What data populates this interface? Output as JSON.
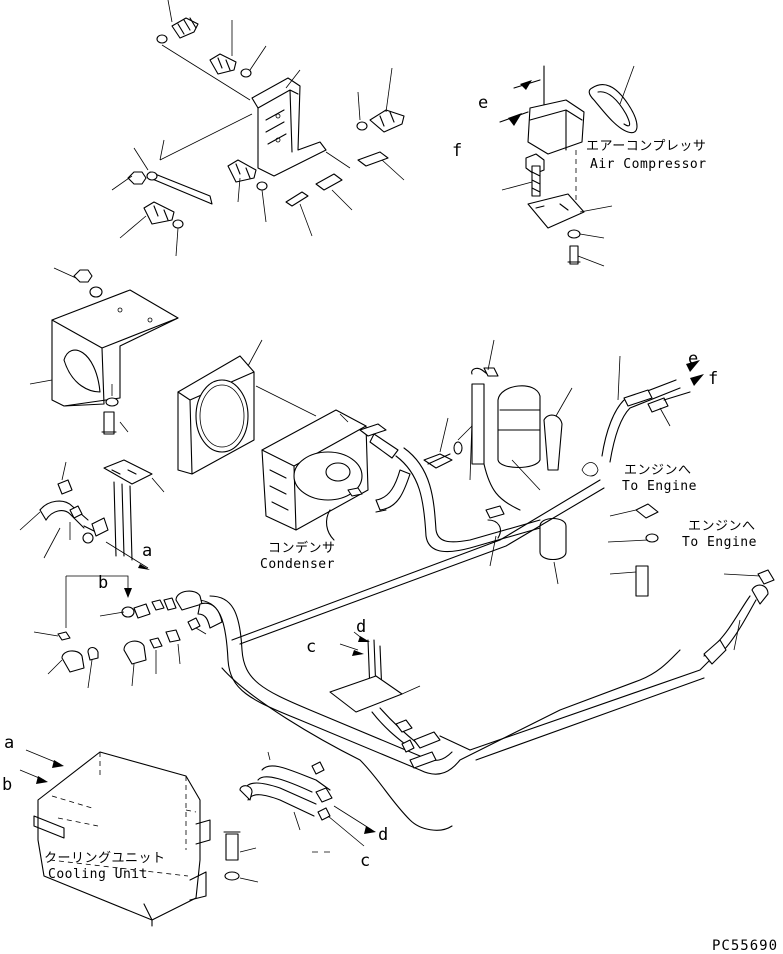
{
  "labels": {
    "air_compressor_jp": "エアーコンプレッサ",
    "air_compressor_en": "Air Compressor",
    "to_engine_1_jp": "エンジンへ",
    "to_engine_1_en": "To Engine",
    "to_engine_2_jp": "エンジンへ",
    "to_engine_2_en": "To Engine",
    "condenser_jp": "コンデンサ",
    "condenser_en": "Condenser",
    "cooling_unit_jp": "クーリングユニット",
    "cooling_unit_en": "Cooling Unit",
    "drawing_code": "PC55690"
  },
  "connection_letters": {
    "e_top": "e",
    "f_top": "f",
    "e_right": "e",
    "f_right": "f",
    "a_left": "a",
    "b_left": "b",
    "c_middle": "c",
    "d_middle": "d",
    "a_unit": "a",
    "b_unit": "b",
    "d_bottom": "d",
    "c_bottom": "c"
  }
}
